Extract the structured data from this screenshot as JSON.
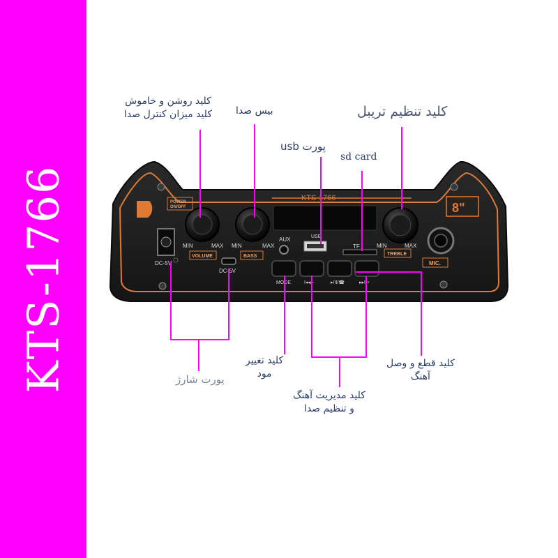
{
  "sidebar": {
    "title": "KTS-1766"
  },
  "callouts": {
    "power_volume": "کلید روشن و خاموش\nکلید میزان کنترل صدا",
    "bass": "بیس صدا",
    "treble": "کلید تنظیم تریبل",
    "usb": "پورت usb",
    "sd_card": "sd card",
    "charge_port": "پورت شارژ",
    "mode": "کلید تغییر\nمود",
    "track_volume": "کلید مدیریت آهنگ\nو تنظیم صدا",
    "pause": "کلید قطع و وصل\nآهنگ"
  },
  "panel": {
    "model": "KTS-1766",
    "size": "8\"",
    "power_label": "POWER\nON/OFF",
    "volume": {
      "min": "MIN",
      "max": "MAX",
      "name": "VOLUME"
    },
    "bass": {
      "min": "MIN",
      "max": "MAX",
      "name": "BASS"
    },
    "treble": {
      "min": "MIN",
      "max": "MAX",
      "name": "TREBLE"
    },
    "aux": "AUX",
    "usb": "USB",
    "tf": "TF",
    "dc_left": "DC-5V",
    "dc_micro": "DC-5V",
    "mic": "MIC.",
    "mode": "MODE",
    "prev": "I◂◂/−",
    "play": "▸/II/☎",
    "next": "▸▸I/+"
  },
  "colors": {
    "accent": "#ff00ff",
    "panel": "#1e1e1e",
    "trim": "#e07a35",
    "label_text": "#2b3d66"
  }
}
